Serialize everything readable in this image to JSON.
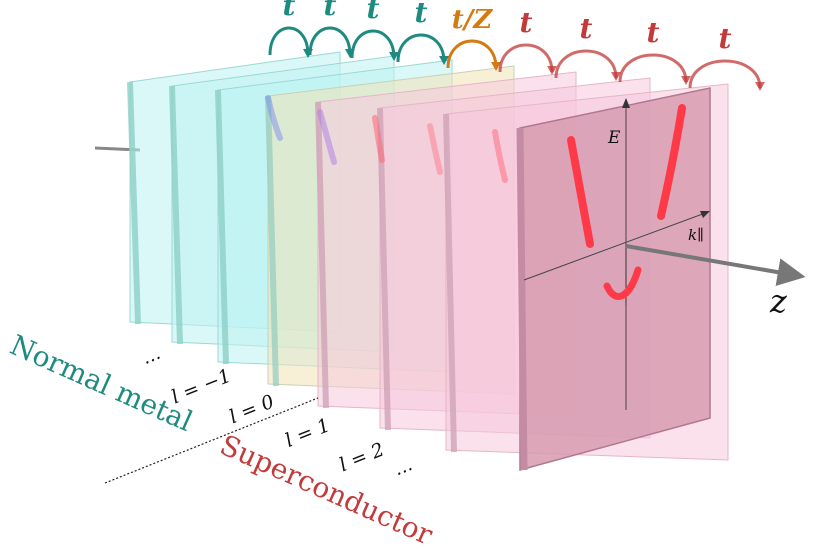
{
  "hops": [
    {
      "label": "t",
      "color": "#1f8a80"
    },
    {
      "label": "t",
      "color": "#1f8a80"
    },
    {
      "label": "t",
      "color": "#1f8a80"
    },
    {
      "label": "t",
      "color": "#1f8a80"
    },
    {
      "label": "t/Z",
      "color": "#d47a10"
    },
    {
      "label": "t",
      "color": "#c23a3a"
    },
    {
      "label": "t",
      "color": "#c23a3a"
    },
    {
      "label": "t",
      "color": "#c23a3a"
    },
    {
      "label": "t",
      "color": "#c23a3a"
    }
  ],
  "layers": {
    "normal_count": 4,
    "interface_index": 3,
    "superconductor_count": 4,
    "colors": {
      "normal": "#bdf3f3",
      "interface": "#f3e2b6",
      "superconductor": "#f6c9dd",
      "front": "#d79bb0"
    }
  },
  "layer_labels": {
    "ellipsis_left": "…",
    "l_minus1": "l = −1",
    "l_0": "l = 0",
    "l_1": "l = 1",
    "l_2": "l = 2",
    "ellipsis_right": "…"
  },
  "regions": {
    "normal": "Normal metal",
    "superconductor": "Superconductor",
    "normal_color": "#1f8a80",
    "superconductor_color": "#c23a3a"
  },
  "axes": {
    "energy": "E",
    "momentum": "k∥",
    "z": "z"
  },
  "curve_color": "#ff3344"
}
